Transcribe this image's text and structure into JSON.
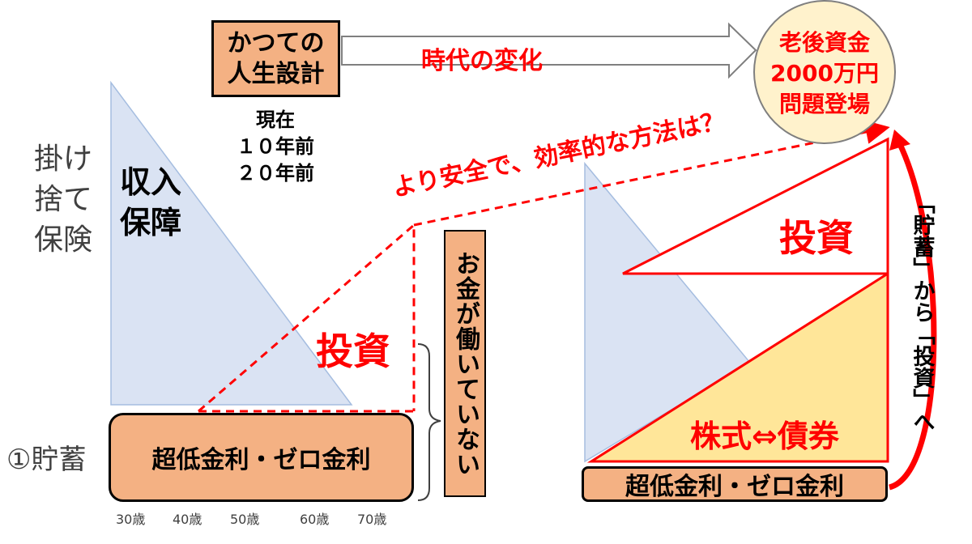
{
  "colors": {
    "orange_fill": "#f4b183",
    "blue_fill": "#dae3f3",
    "blue_stroke": "#a5bde0",
    "red": "#ff0000",
    "yellow_fill": "#ffe699",
    "circle_fill": "#fff2cc",
    "text_dark": "#000000",
    "text_gray": "#404040"
  },
  "top": {
    "old_plan": "かつての\n人生設計",
    "change_label": "時代の変化",
    "circle_text": "老後資金\n2000万円\n問題登場"
  },
  "years": [
    "現在",
    "１０年前",
    "２０年前"
  ],
  "left": {
    "insurance": "掛け\n捨て\n保険",
    "income_protection": "収入\n保障",
    "savings_label": "①貯蓄",
    "low_interest": "超低金利・ゼロ金利",
    "investment": "投資",
    "money_not_working": "お金が働いていない",
    "age_ticks": [
      "30歳",
      "40歳",
      "50歳",
      "60歳",
      "70歳"
    ]
  },
  "middle": {
    "question": "より安全で、効率的な方法は？"
  },
  "right": {
    "investment": "投資",
    "stocks_bonds": "株式⇔債券",
    "low_interest": "超低金利・ゼロ金利",
    "from_savings_to_investment": "「貯蓄」から「投資」へ"
  }
}
